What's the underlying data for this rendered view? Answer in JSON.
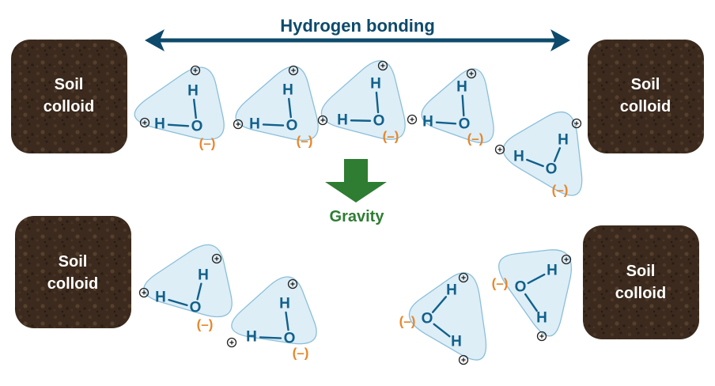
{
  "title": "Hydrogen bonding",
  "gravity_label": "Gravity",
  "soil_colloid": {
    "line1": "Soil",
    "line2": "colloid"
  },
  "atoms": {
    "oxygen": "O",
    "hydrogen": "H",
    "negative": "(–)",
    "positive": "(+)"
  },
  "colors": {
    "arrow": "#0d4a6b",
    "gravity": "#2e7d32",
    "soil": "#3b2a1d",
    "water_fill": "#ddeef7",
    "water_stroke": "#8bbfd9",
    "atom_text": "#12608a",
    "negative_charge": "#e8862a"
  },
  "icons": [
    "double-headed-arrow-icon",
    "down-arrow-icon",
    "water-molecule-icon"
  ]
}
